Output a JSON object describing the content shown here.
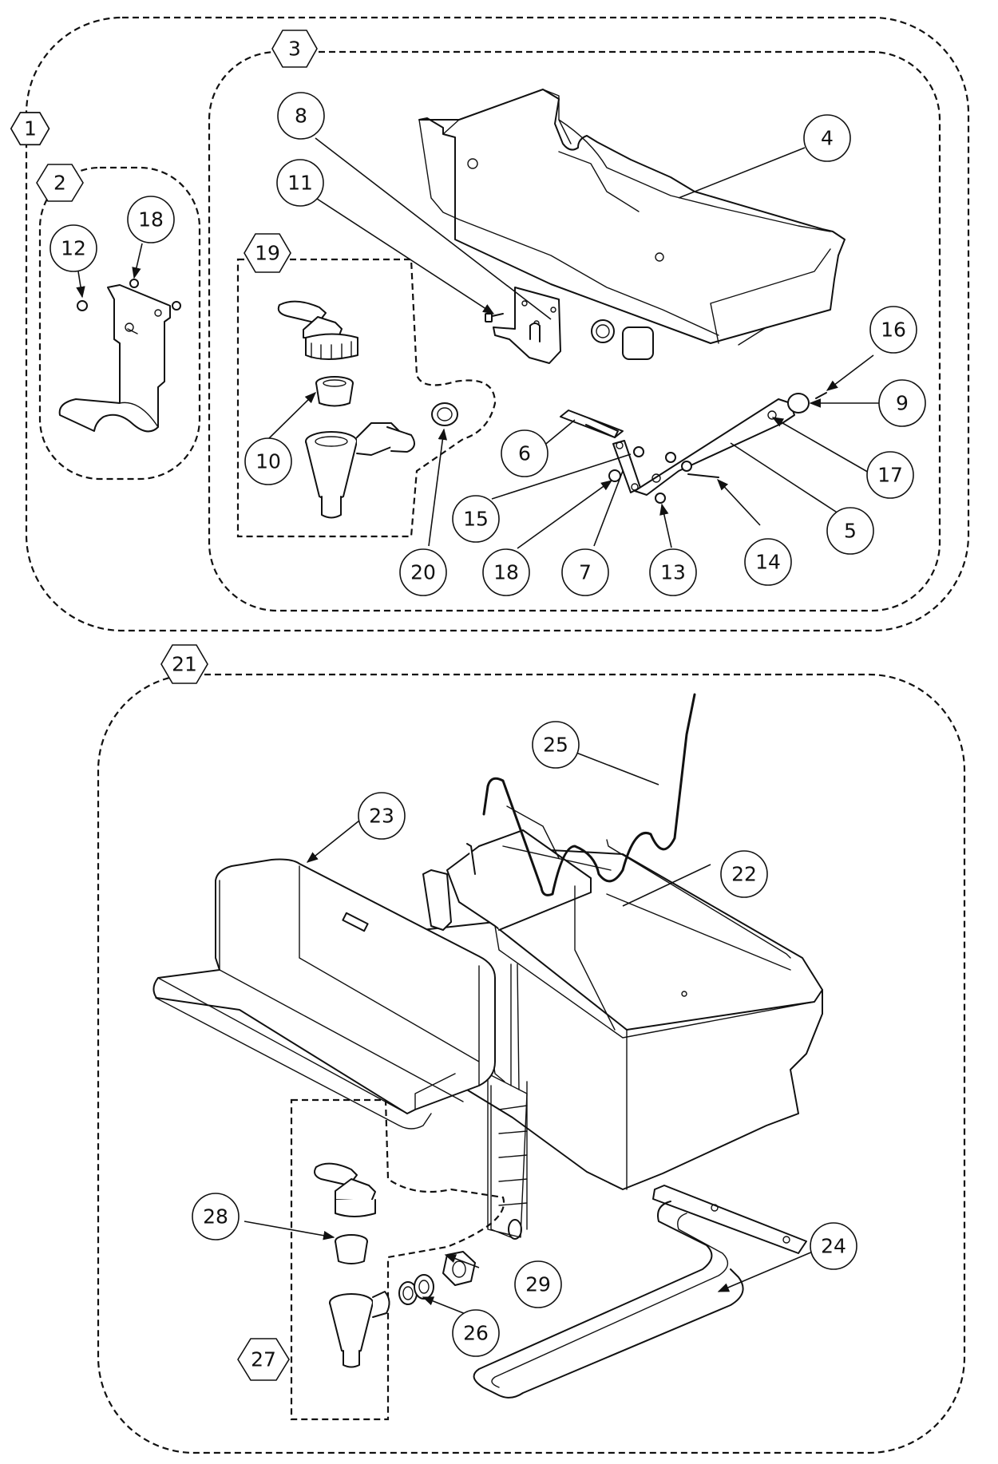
{
  "callouts": {
    "c1": "1",
    "c2": "2",
    "c3": "3",
    "c4": "4",
    "c5": "5",
    "c6": "6",
    "c7": "7",
    "c8": "8",
    "c9": "9",
    "c10": "10",
    "c11": "11",
    "c12": "12",
    "c13": "13",
    "c14": "14",
    "c15": "15",
    "c16": "16",
    "c17": "17",
    "c18a": "18",
    "c18b": "18",
    "c19": "19",
    "c20": "20",
    "c21": "21",
    "c22": "22",
    "c23": "23",
    "c24": "24",
    "c25": "25",
    "c26": "26",
    "c27": "27",
    "c28": "28",
    "c29": "29"
  },
  "assemblies": {
    "hexagon_ids": [
      "1",
      "2",
      "3",
      "19",
      "21",
      "27"
    ]
  },
  "colors": {
    "line": "#111111",
    "background": "#ffffff"
  }
}
